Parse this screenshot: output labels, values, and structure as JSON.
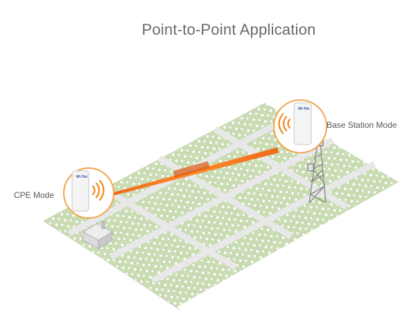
{
  "title": "Point-to-Point Application",
  "labels": {
    "cpe": "CPE Mode",
    "base_station": "Base Station Mode"
  },
  "device_brand": "Wi-Tek",
  "colors": {
    "ground": "#c9dcb2",
    "road": "#e6e6e6",
    "tree": "#ffffff",
    "link_beam": "#ee6a1c",
    "signal": "#f0891c",
    "callout_ring": "#f3a34a",
    "tower": "#9a9a9a"
  },
  "icons": [
    "cpe-radio-icon",
    "base-station-radio-icon",
    "signal-waves-icon",
    "tower-icon",
    "house-icon"
  ]
}
